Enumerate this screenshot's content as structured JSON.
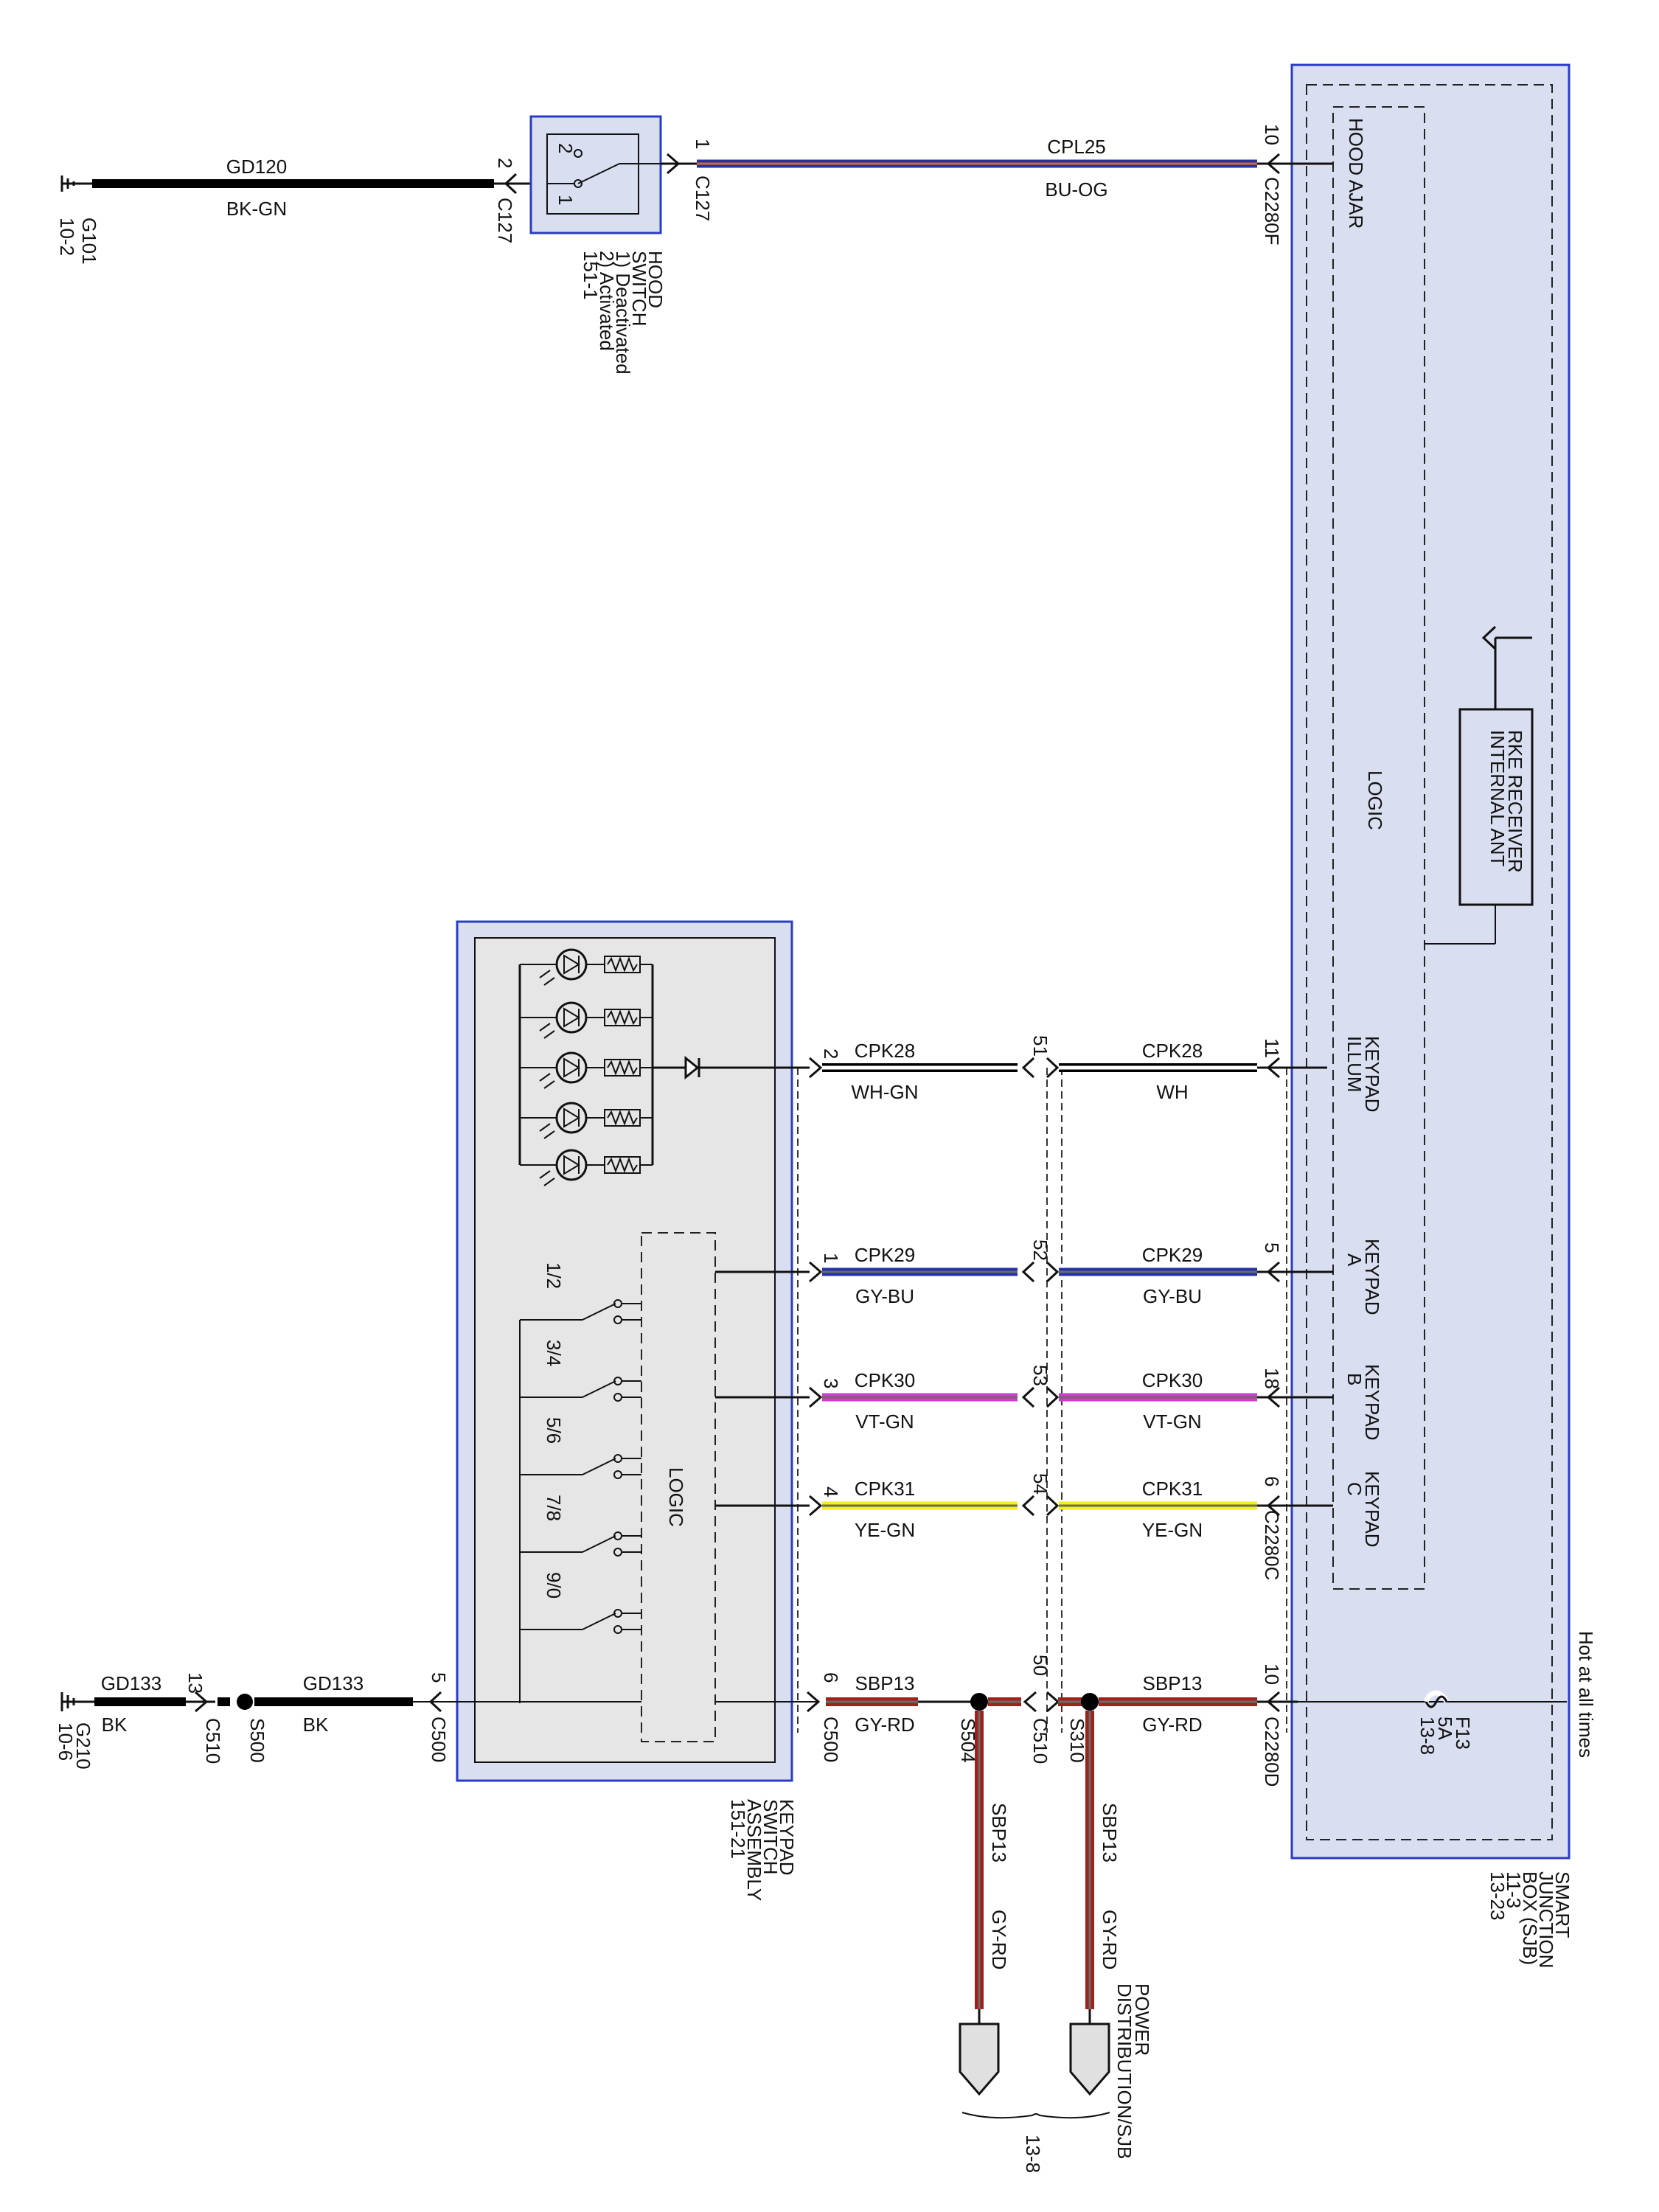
{
  "colors": {
    "box_blue": "#2a3cc4",
    "box_fill": "#d9dff0",
    "inner_fill": "#e6e6e6",
    "wire_black": "#000000",
    "wire_blue": "#2233aa",
    "wire_orange": "#e0651f",
    "wire_magenta": "#d43ad0",
    "wire_yellow": "#f2ef1a",
    "wire_red": "#a0201a",
    "wire_gray": "#6b6b6b"
  },
  "hood_circuit": {
    "ground": "G101",
    "ground_ref": "10-2",
    "wire1_name": "GD120",
    "wire1_color": "BK-GN",
    "pin_left": "2",
    "connector_left": "C127",
    "switch_pin2": "2",
    "switch_pin1": "1",
    "switch_label": [
      "HOOD",
      "SWITCH",
      "1) Deactivated",
      "2) Activated",
      "151-1"
    ],
    "pin_right": "1",
    "connector_right": "C127",
    "wire2_name": "CPL25",
    "wire2_color": "BU-OG",
    "sjb_pin": "10",
    "sjb_connector": "C2280F",
    "sjb_signal": "HOOD AJAR"
  },
  "sjb": {
    "logic_label": "LOGIC",
    "rke_label": [
      "RKE RECEIVER",
      "INTERNAL ANT"
    ],
    "label": [
      "SMART",
      "JUNCTION",
      "BOX (SJB)",
      "11-3",
      "13-23"
    ],
    "hot_at_all_times": "Hot at all times",
    "fuse": [
      "F13",
      "5A",
      "13-8"
    ],
    "connector_c": "C2280C",
    "connector_d": "C2280D",
    "keypad_illum": [
      "KEYPAD",
      "ILLUM"
    ],
    "keypad_a": [
      "KEYPAD",
      "A"
    ],
    "keypad_b": [
      "KEYPAD",
      "B"
    ],
    "keypad_c": [
      "KEYPAD",
      "C"
    ]
  },
  "keypad_wires": [
    {
      "kp_pin": "2",
      "mid_pin": "51",
      "sjb_pin": "11",
      "name_left": "CPK28",
      "color_left": "WH-GN",
      "name_right": "CPK28",
      "color_right": "WH"
    },
    {
      "kp_pin": "1",
      "mid_pin": "52",
      "sjb_pin": "5",
      "name_left": "CPK29",
      "color_left": "GY-BU",
      "name_right": "CPK29",
      "color_right": "GY-BU"
    },
    {
      "kp_pin": "3",
      "mid_pin": "53",
      "sjb_pin": "18",
      "name_left": "CPK30",
      "color_left": "VT-GN",
      "name_right": "CPK30",
      "color_right": "VT-GN"
    },
    {
      "kp_pin": "4",
      "mid_pin": "54",
      "sjb_pin": "6",
      "name_left": "CPK31",
      "color_left": "YE-GN",
      "name_right": "CPK31",
      "color_right": "YE-GN"
    }
  ],
  "keypad_assembly": {
    "logic_label": "LOGIC",
    "switch_labels": [
      "1/2",
      "3/4",
      "5/6",
      "7/8",
      "9/0"
    ],
    "label": [
      "KEYPAD",
      "SWITCH",
      "ASSEMBLY",
      "151-21"
    ]
  },
  "power_circuit": {
    "ground": "G210",
    "ground_ref": "10-6",
    "gd_left_name": "GD133",
    "gd_left_color": "BK",
    "c510_pin_13": "13",
    "c510_connector": "C510",
    "splice_s500": "S500",
    "gd_right_name": "GD133",
    "gd_right_color": "BK",
    "c500_pin_5": "5",
    "c500_connector_left": "C500",
    "c500_pin_6": "6",
    "c500_connector_right": "C500",
    "sbp_left_name": "SBP13",
    "sbp_left_color": "GY-RD",
    "splice_s504": "S504",
    "c510_pin_50": "50",
    "c510_connector_mid": "C510",
    "splice_s310": "S310",
    "sbp_right_name": "SBP13",
    "sbp_right_color": "GY-RD",
    "sjb_pin_10": "10",
    "sjb_connector": "C2280D",
    "vert_name_1": "SBP13",
    "vert_color_1": "GY-RD",
    "vert_name_2": "SBP13",
    "vert_color_2": "GY-RD",
    "power_dist": [
      "POWER",
      "DISTRIBUTION/SJB"
    ],
    "power_ref": "13-8"
  }
}
